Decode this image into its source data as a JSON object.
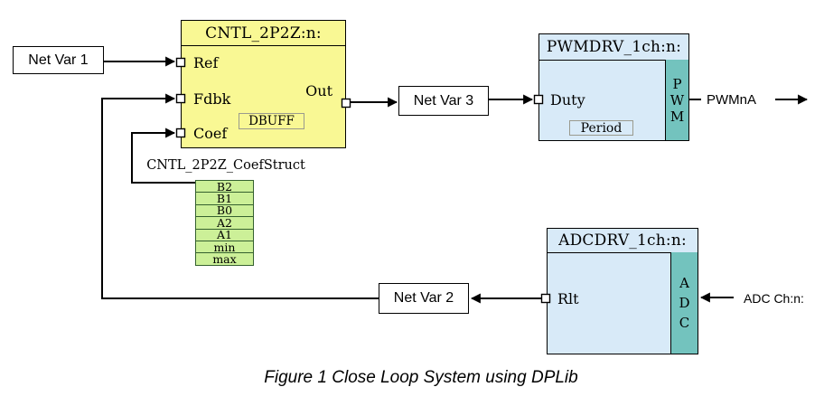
{
  "colors": {
    "block_yellow": "#F9F894",
    "block_blue": "#D8EAF8",
    "strip_teal": "#73C3BE",
    "table_green": "#CCF098",
    "table_border": "#35612F",
    "line_black": "#000000"
  },
  "cntl_block": {
    "title": "CNTL_2P2Z:n:",
    "ports": {
      "ref": "Ref",
      "fdbk": "Fdbk",
      "coef": "Coef",
      "out": "Out"
    },
    "dbuff_label": "DBUFF"
  },
  "pwm_block": {
    "title": "PWMDRV_1ch:n:",
    "port_duty": "Duty",
    "period_label": "Period",
    "side_letters": [
      "P",
      "W",
      "M"
    ],
    "output_label": "PWMnA"
  },
  "adc_block": {
    "title": "ADCDRV_1ch:n:",
    "port_rlt": "Rlt",
    "side_letters": [
      "A",
      "D",
      "C"
    ],
    "input_label": "ADC Ch:n:"
  },
  "net_vars": {
    "var1": "Net Var 1",
    "var2": "Net Var 2",
    "var3": "Net Var 3"
  },
  "coef_struct": {
    "title": "CNTL_2P2Z_CoefStruct",
    "rows": [
      "B2",
      "B1",
      "B0",
      "A2",
      "A1",
      "min",
      "max"
    ]
  },
  "caption": "Figure 1 Close Loop System using DPLib"
}
